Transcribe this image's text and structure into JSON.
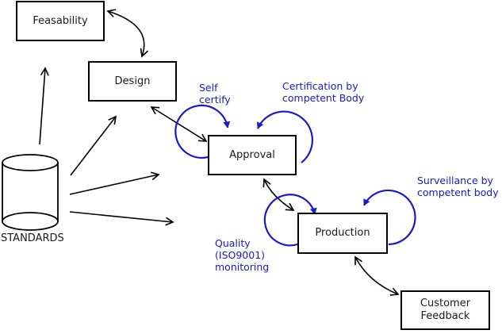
{
  "diagram": {
    "boxes": {
      "feasability": {
        "label": "Feasability"
      },
      "design": {
        "label": "Design"
      },
      "approval": {
        "label": "Approval"
      },
      "production": {
        "label": "Production"
      },
      "customer_feedback": {
        "label": "Customer Feedback"
      }
    },
    "datastore": {
      "label": "STANDARDS"
    },
    "annotations": {
      "self_certify": {
        "text": "Self\ncertify"
      },
      "certification": {
        "text": "Certification by\ncompetent Body"
      },
      "surveillance": {
        "text": "Surveillance by\ncompetent body"
      },
      "quality": {
        "text": "Quality\n(ISO9001)\nmonitoring"
      }
    },
    "colors": {
      "annotation_blue": "#1a1acc",
      "line_black": "#000000",
      "background": "#ffffff"
    }
  }
}
